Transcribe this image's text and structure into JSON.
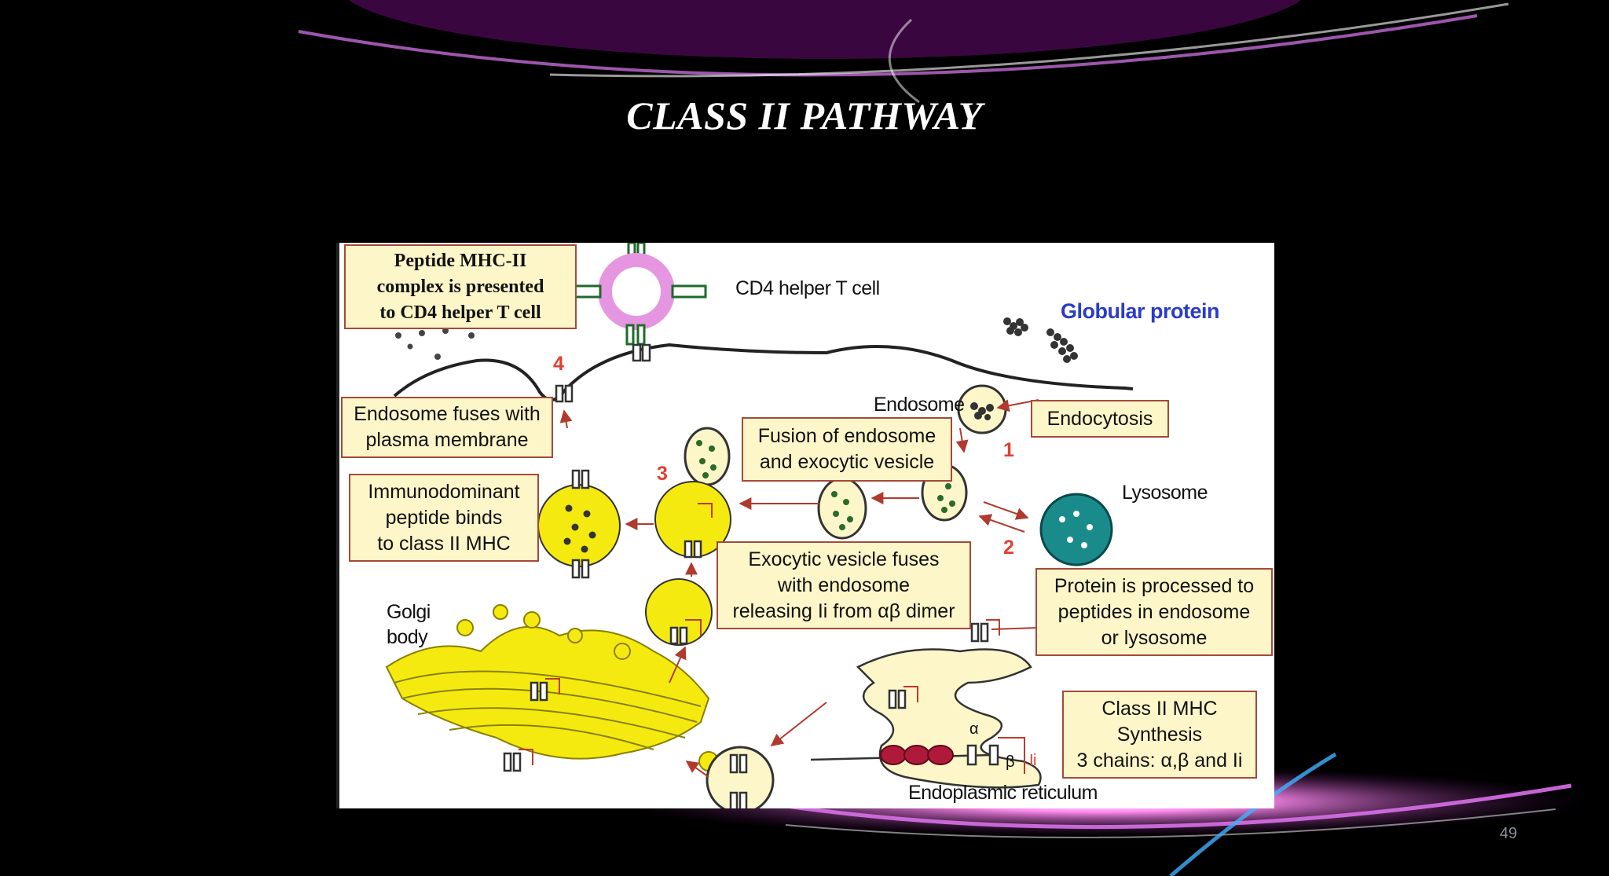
{
  "slide": {
    "title": "CLASS II PATHWAY",
    "page_number": "49"
  },
  "diagram": {
    "boxes": {
      "presented": "Peptide MHC-II\ncomplex is presented\nto CD4 helper T cell",
      "fuses_membrane": "Endosome fuses with\nplasma membrane",
      "immunodominant": "Immunodominant\npeptide binds\nto class II MHC",
      "fusion_exocytic": "Fusion of endosome\nand exocytic vesicle",
      "endocytosis": "Endocytosis",
      "exocytic_fuses": "Exocytic vesicle fuses\nwith endosome\nreleasing Ii from αβ dimer",
      "processed": "Protein is processed to\npeptides in endosome\nor lysosome",
      "synthesis": "Class II MHC\nSynthesis\n3 chains: α,β and Ii"
    },
    "labels": {
      "cd4": "CD4 helper T cell",
      "globular": "Globular protein",
      "endosome": "Endosome",
      "lysosome": "Lysosome",
      "golgi": "Golgi\nbody",
      "er": "Endoplasmic reticulum",
      "alpha": "α",
      "beta": "β",
      "ii": "Ii"
    },
    "steps": [
      "1",
      "2",
      "3",
      "4"
    ]
  }
}
